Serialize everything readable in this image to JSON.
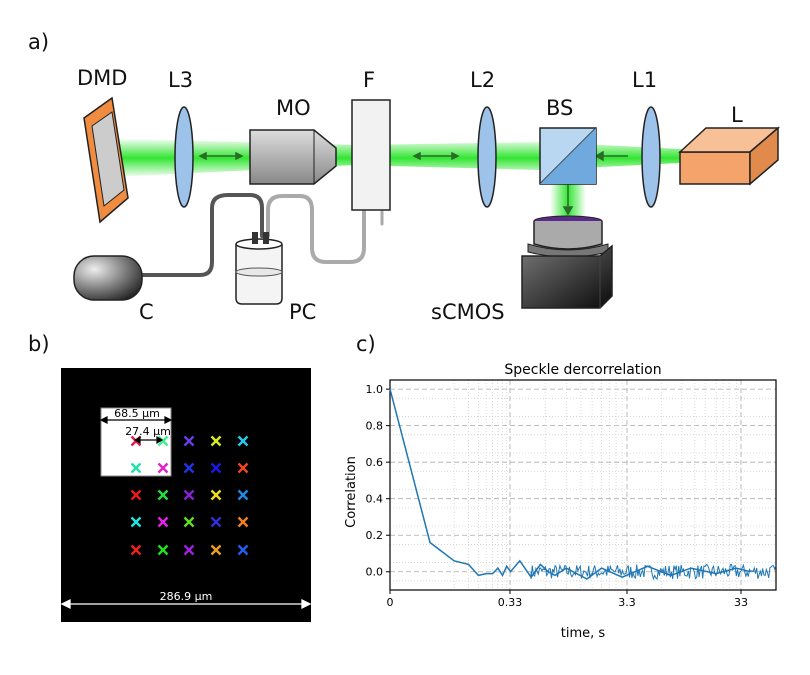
{
  "panels": {
    "a": "a)",
    "b": "b)",
    "c": "c)"
  },
  "setup": {
    "labels": {
      "dmd": "DMD",
      "l3": "L3",
      "mo": "MO",
      "f": "F",
      "l2": "L2",
      "bs": "BS",
      "l1": "L1",
      "l": "L",
      "c": "C",
      "pc": "PC",
      "scmos": "sCMOS"
    },
    "colors": {
      "beam": "#33e533",
      "lens": "#9ec3ea",
      "laser": "#f4a46a",
      "dmd": "#f08c40"
    }
  },
  "pattern": {
    "dim_68": "68.5 μm",
    "dim_27": "27.4 μm",
    "dim_287": "286.9 μm",
    "marker_colors": [
      [
        "#e6194b",
        "#3cf08c",
        "#6a3de8",
        "#d8f020",
        "#29c8f0"
      ],
      [
        "#20e0a8",
        "#e020c8",
        "#2035e8",
        "#1a1ae8",
        "#f04820"
      ],
      [
        "#f01818",
        "#20e040",
        "#8a20d8",
        "#f0e020",
        "#208ae8"
      ],
      [
        "#20e8e0",
        "#e820e8",
        "#60e020",
        "#3030d8",
        "#f08020"
      ],
      [
        "#f02020",
        "#20e020",
        "#a020e0",
        "#f0a020",
        "#2060f0"
      ]
    ]
  },
  "chart_data": {
    "type": "line",
    "title": "Speckle dercorrelation",
    "xlabel": "time, s",
    "ylabel": "Correlation",
    "xscale": "log",
    "xtick_labels": [
      "0",
      "0.33",
      "3.3",
      "33"
    ],
    "ytick_labels": [
      "0.0",
      "0.2",
      "0.4",
      "0.6",
      "0.8",
      "1.0"
    ],
    "ylim": [
      -0.1,
      1.05
    ],
    "grid": true,
    "color": "#1f77b4",
    "series": [
      {
        "x": [
          0,
          0.033,
          0.066,
          0.1,
          0.133,
          0.166,
          0.2,
          0.233,
          0.266,
          0.3,
          0.333,
          0.4,
          0.5,
          0.6,
          0.7,
          0.8,
          1.0,
          1.5,
          2,
          3,
          5,
          8,
          12,
          20,
          30,
          40
        ],
        "y": [
          1.0,
          0.16,
          0.06,
          0.04,
          -0.02,
          -0.01,
          -0.01,
          0.02,
          -0.02,
          0.03,
          0.0,
          0.06,
          -0.03,
          0.04,
          0.0,
          -0.02,
          0.02,
          -0.04,
          0.02,
          -0.03,
          0.03,
          -0.02,
          0.02,
          -0.01,
          0.02,
          0.0
        ]
      }
    ]
  }
}
